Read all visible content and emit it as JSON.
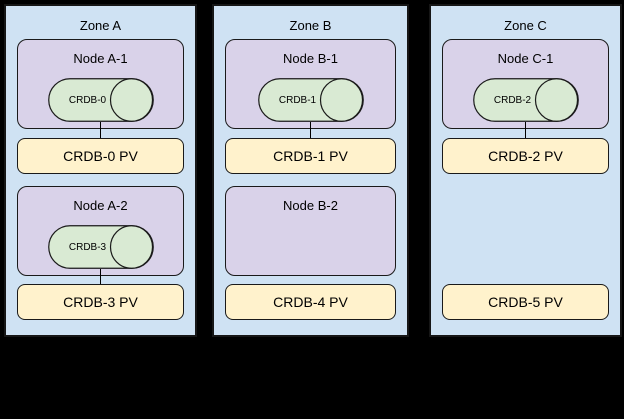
{
  "diagram": {
    "background_color": "#000000",
    "colors": {
      "zone_fill": "#cfe2f3",
      "node_fill": "#d9d2e9",
      "pod_fill": "#d9ead3",
      "pv_fill": "#fff2cc",
      "border": "#1a1a1a"
    },
    "zones": [
      {
        "label": "Zone A",
        "nodes": [
          {
            "label": "Node A-1",
            "pod": "CRDB-0"
          },
          {
            "label": "Node A-2",
            "pod": "CRDB-3"
          }
        ],
        "pvs": [
          "CRDB-0 PV",
          "CRDB-3 PV"
        ]
      },
      {
        "label": "Zone B",
        "nodes": [
          {
            "label": "Node B-1",
            "pod": "CRDB-1"
          },
          {
            "label": "Node B-2",
            "pod": null
          }
        ],
        "pvs": [
          "CRDB-1 PV",
          "CRDB-4 PV"
        ]
      },
      {
        "label": "Zone C",
        "nodes": [
          {
            "label": "Node C-1",
            "pod": "CRDB-2"
          }
        ],
        "pvs": [
          "CRDB-2 PV",
          "CRDB-5 PV"
        ]
      }
    ]
  }
}
